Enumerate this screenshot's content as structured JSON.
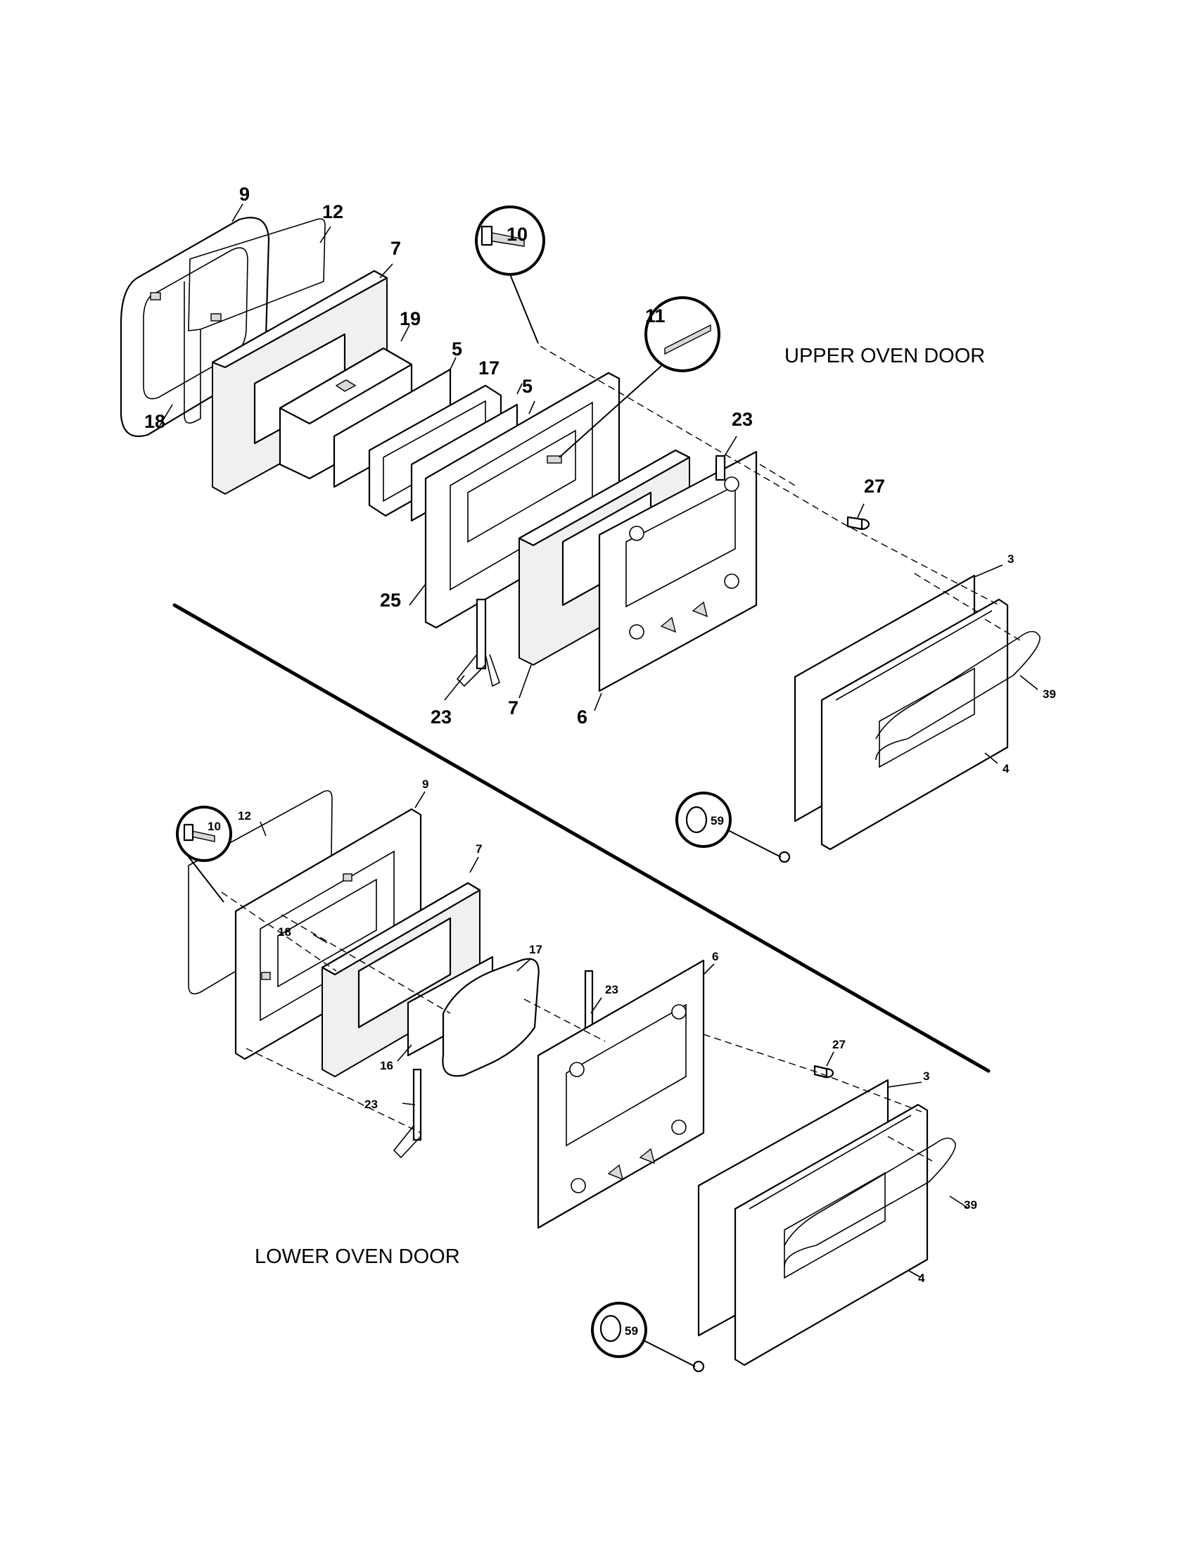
{
  "sections": {
    "upper": "UPPER OVEN DOOR",
    "lower": "LOWER OVEN DOOR"
  },
  "upper_labels": {
    "n9": "9",
    "n12": "12",
    "n7a": "7",
    "n19": "19",
    "n5a": "5",
    "n17": "17",
    "n5b": "5",
    "n18": "18",
    "n10": "10",
    "n11": "11",
    "n23a": "23",
    "n27": "27",
    "n3": "3",
    "n25": "25",
    "n23b": "23",
    "n7b": "7",
    "n6": "6",
    "n39": "39",
    "n4": "4",
    "n59": "59"
  },
  "lower_labels": {
    "n9": "9",
    "n12": "12",
    "n10": "10",
    "n7": "7",
    "n18": "18",
    "n17": "17",
    "n16": "16",
    "n23a": "23",
    "n6": "6",
    "n23b": "23",
    "n27": "27",
    "n3": "3",
    "n39": "39",
    "n4": "4",
    "n59": "59"
  }
}
